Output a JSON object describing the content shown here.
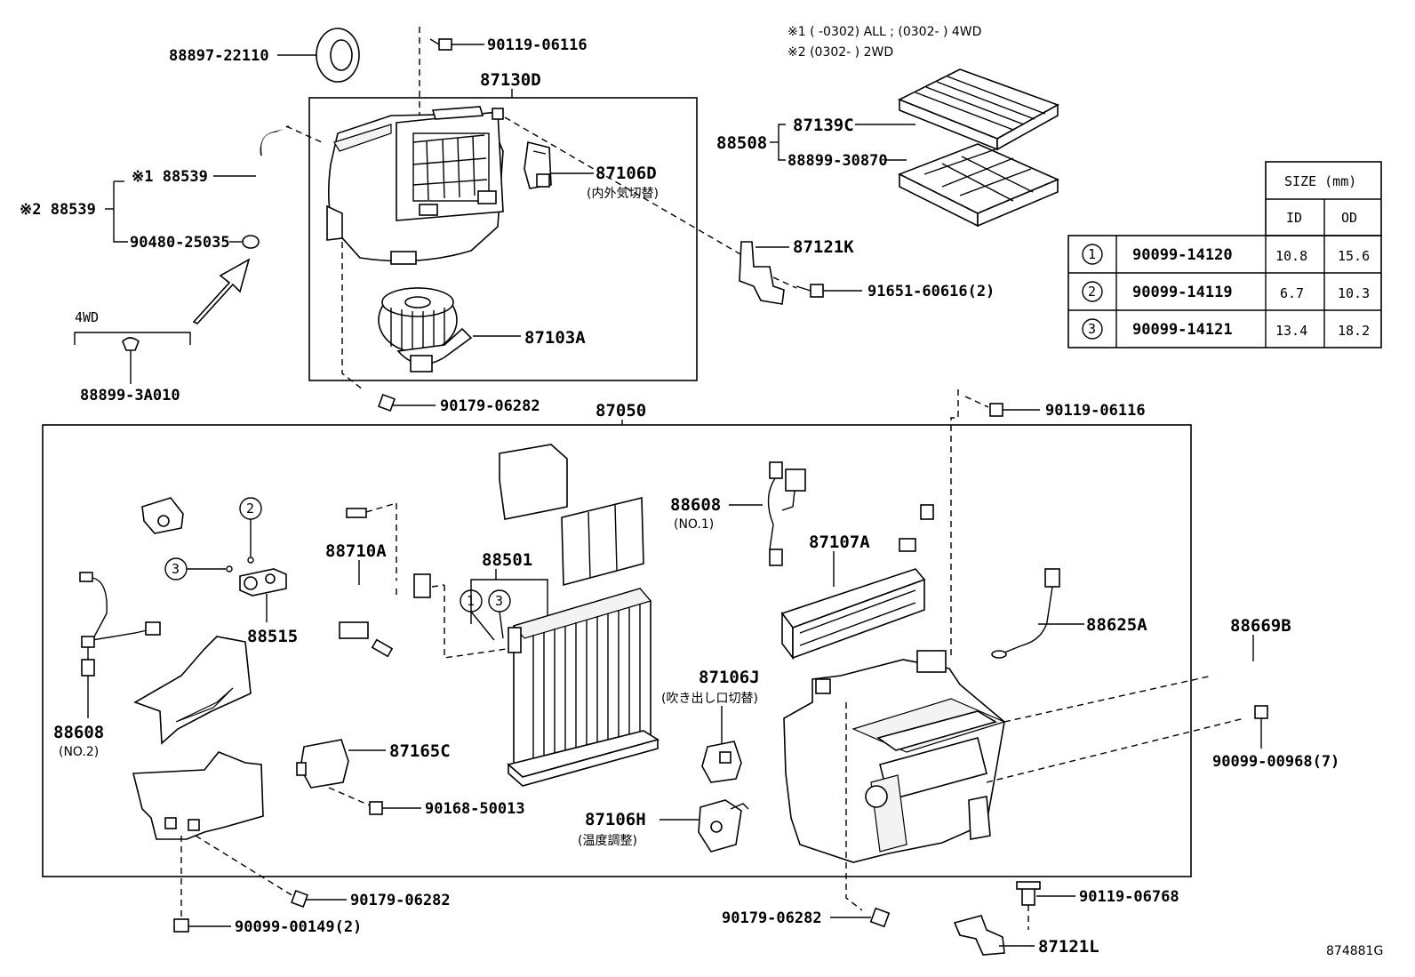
{
  "notes": {
    "note1": "※1 (      -0302) ALL ; (0302-      ) 4WD",
    "note2": "※2 (0302-      ) 2WD"
  },
  "labels": {
    "p88897": "88897-22110",
    "p90119a": "90119-06116",
    "p87130D": "87130D",
    "mark1_88539": "※1 88539",
    "mark2_88539": "※2 88539",
    "p90480": "90480-25035",
    "wd4": "4WD",
    "p88899_3A": "88899-3A010",
    "p87106D": "87106D",
    "p87106D_jp": "(内外気切替)",
    "p87103A": "87103A",
    "p90179a": "90179-06282",
    "p88508": "88508",
    "p87139C": "87139C",
    "p88899_30": "88899-30870",
    "p87121K": "87121K",
    "p91651": "91651-60616(2)",
    "p90119b": "90119-06116",
    "p87050": "87050",
    "p88608a": "88608",
    "p88608a_sub": "(NO.1)",
    "p87107A": "87107A",
    "p88710A": "88710A",
    "p88501": "88501",
    "p88515": "88515",
    "p88625A": "88625A",
    "p88669B": "88669B",
    "p87106J": "87106J",
    "p87106J_jp": "(吹き出し口切替)",
    "p88608b": "88608",
    "p88608b_sub": "(NO.2)",
    "p87165C": "87165C",
    "p90168": "90168-50013",
    "p87106H": "87106H",
    "p87106H_jp": "(温度調整)",
    "p90099_968": "90099-00968(7)",
    "p90179b": "90179-06282",
    "p90099_149": "90099-00149(2)",
    "p90179c": "90179-06282",
    "p90119c": "90119-06768",
    "p87121L": "87121L",
    "code": "874881G",
    "c1": "1",
    "c2": "2",
    "c3": "3"
  },
  "size_table": {
    "header": "SIZE (mm)",
    "col_id": "ID",
    "col_od": "OD",
    "rows": [
      {
        "mark": "1",
        "part": "90099-14120",
        "id": "10.8",
        "od": "15.6"
      },
      {
        "mark": "2",
        "part": "90099-14119",
        "id": "6.7",
        "od": "10.3"
      },
      {
        "mark": "3",
        "part": "90099-14121",
        "id": "13.4",
        "od": "18.2"
      }
    ]
  }
}
